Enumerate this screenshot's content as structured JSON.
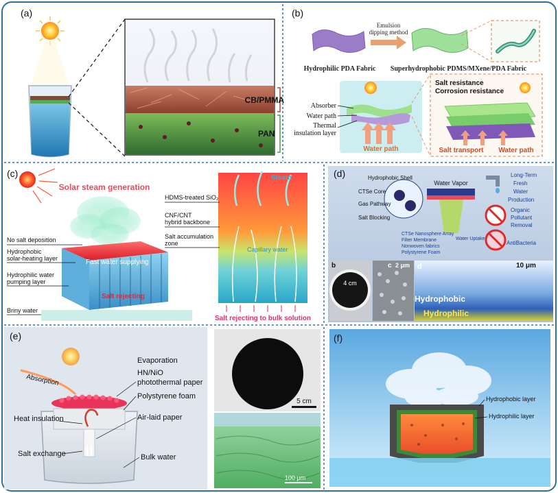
{
  "colors": {
    "frame_border": "#2f6f9a",
    "divider": "#3a6fb0",
    "pmma": "#d06a58",
    "pan": "#5aa85a",
    "steam": "#8fe8c8",
    "red_label": "#d23a3a",
    "water": "#3fb7c8",
    "blue_text": "#1a3f8f",
    "orange_dash": "#e8956a"
  },
  "panels": {
    "a": {
      "tag": "(a)",
      "labels": {
        "top_layer": "CB/PMMA",
        "bottom_layer": "PAN"
      }
    },
    "b": {
      "tag": "(b)",
      "method_line1": "Emulsion",
      "method_line2": "dipping method",
      "left_fabric": "Hydrophilic PDA Fabric",
      "right_fabric": "Superhydrophobic PDMS/MXene/PDA Fabric",
      "absorber": "Absorber",
      "water_path": "Water path",
      "thermal_line1": "Thermal",
      "thermal_line2": "insulation layer",
      "water_path_arrow": "Water path",
      "resist1": "Salt resistance",
      "resist2": "Corrosion resistance",
      "salt_transport": "Salt transport",
      "water_path2": "Water path"
    },
    "c": {
      "tag": "(c)",
      "title": "Solar steam generation",
      "no_salt": "No salt deposition",
      "hydrophobic1": "Hydrophobic",
      "hydrophobic2": "solar-heating layer",
      "fast_water": "Fast water supplying",
      "hydrophilic1": "Hydrophilic water",
      "hydrophilic2": "pumping layer",
      "salt_rejecting": "Salt rejecting",
      "briny": "Briny water",
      "steam": "Steam",
      "hdms": "HDMS-treated SiO₂",
      "cnf1": "CNF/CNT",
      "cnf2": "hybrid backbone",
      "salt_acc1": "Salt accumulation",
      "salt_acc2": "zone",
      "capillary": "Capillary water",
      "bulk": "Salt rejecting to bulk solution"
    },
    "d": {
      "tag": "(d)",
      "hydrophobic_shell": "Hydrophobic Shell",
      "water_vapor": "Water Vapor",
      "ctse_core": "CTSe Core",
      "gas_pathway": "Gas Pathway",
      "salt_blocking": "Salt Blocking",
      "layer1": "CTSe Nanosphere Array",
      "layer2": "Filter Membrane",
      "layer3": "Nonwoven fabrics",
      "layer4": "Polystyrene Foam",
      "water_uptake": "Water Uptake",
      "long1": "Long-Term",
      "long2": "Fresh",
      "long3": "Water",
      "long4": "Production",
      "organic1": "Organic",
      "organic2": "Pollutant",
      "organic3": "Removal",
      "antibacteria": "AntiBacteria",
      "sub_b": "b",
      "scale_4cm": "4 cm",
      "sub_c": "c",
      "scale_2um": "2 μm",
      "sub_d": "d",
      "scale_10um": "10 μm",
      "hydrophobic": "Hydrophobic",
      "hydrophilic": "Hydrophilic"
    },
    "e": {
      "tag": "(e)",
      "absorption": "Absorption",
      "evaporation": "Evaporation",
      "hn1": "HN/NiO",
      "hn2": "photothermal paper",
      "polystyrene": "Polystyrene foam",
      "heat": "Heat insulation",
      "airlaid": "Air-laid paper",
      "salt": "Salt exchange",
      "bulk": "Bulk water",
      "scale_5cm": "5 cm",
      "scale_100um": "100 μm"
    },
    "f": {
      "tag": "(f)",
      "hydrophobic": "Hydrophobic layer",
      "hydrophilic": "Hydrophilic layer"
    }
  }
}
